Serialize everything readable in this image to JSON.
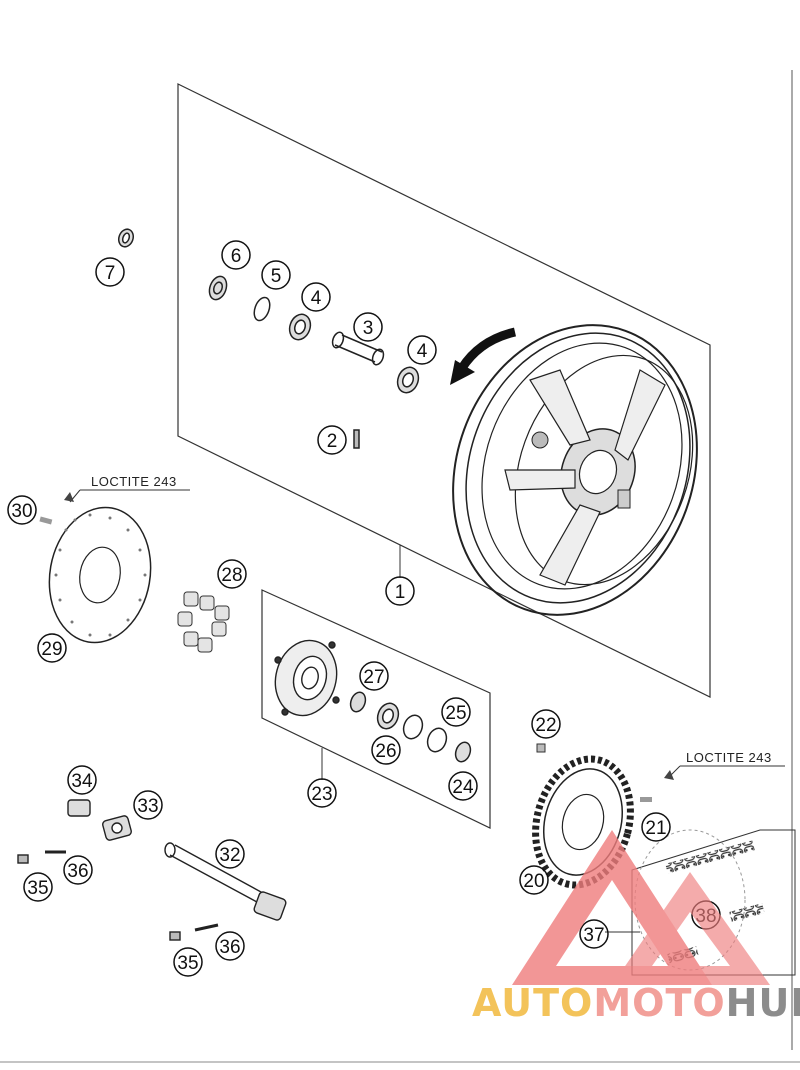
{
  "callouts": [
    {
      "id": "c1",
      "label": "1"
    },
    {
      "id": "c2",
      "label": "2"
    },
    {
      "id": "c3",
      "label": "3"
    },
    {
      "id": "c4a",
      "label": "4"
    },
    {
      "id": "c4b",
      "label": "4"
    },
    {
      "id": "c5",
      "label": "5"
    },
    {
      "id": "c6",
      "label": "6"
    },
    {
      "id": "c7",
      "label": "7"
    },
    {
      "id": "c20",
      "label": "20"
    },
    {
      "id": "c21",
      "label": "21"
    },
    {
      "id": "c22",
      "label": "22"
    },
    {
      "id": "c23",
      "label": "23"
    },
    {
      "id": "c24",
      "label": "24"
    },
    {
      "id": "c25",
      "label": "25"
    },
    {
      "id": "c26",
      "label": "26"
    },
    {
      "id": "c27",
      "label": "27"
    },
    {
      "id": "c28",
      "label": "28"
    },
    {
      "id": "c29",
      "label": "29"
    },
    {
      "id": "c30",
      "label": "30"
    },
    {
      "id": "c32",
      "label": "32"
    },
    {
      "id": "c33",
      "label": "33"
    },
    {
      "id": "c34",
      "label": "34"
    },
    {
      "id": "c35a",
      "label": "35"
    },
    {
      "id": "c35b",
      "label": "35"
    },
    {
      "id": "c36a",
      "label": "36"
    },
    {
      "id": "c36b",
      "label": "36"
    },
    {
      "id": "c37",
      "label": "37"
    },
    {
      "id": "c38",
      "label": "38"
    }
  ],
  "notes": {
    "loctite_left": "LOCTITE 243",
    "loctite_right": "LOCTITE 243"
  },
  "watermark": {
    "part1": "AUTO",
    "part2": "MOTO",
    "part3": "HUB",
    "colors": {
      "part1": "#f3c35a",
      "part2": "#f2a09a",
      "part3": "#8c8c8c",
      "triangle": "#ef7d7d"
    }
  }
}
